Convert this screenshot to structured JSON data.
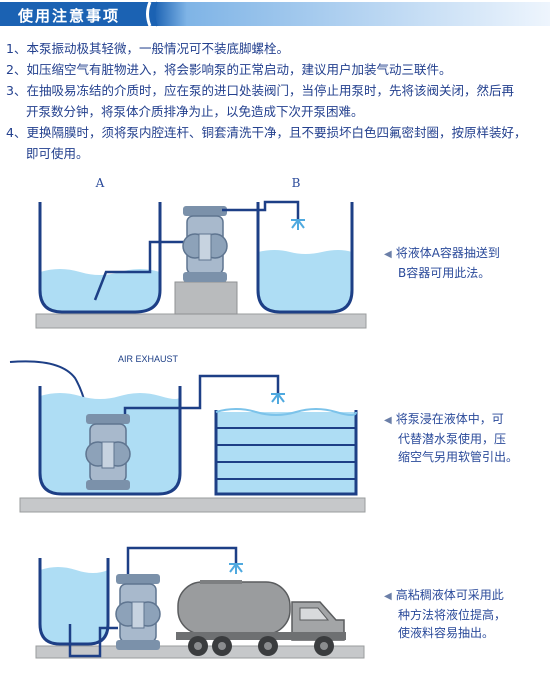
{
  "header": {
    "title": "使用注意事项"
  },
  "notes": [
    {
      "num": "1、",
      "lines": [
        "本泵振动极其轻微，一般情况可不装底脚螺栓。"
      ]
    },
    {
      "num": "2、",
      "lines": [
        "如压缩空气有脏物进入，将会影响泵的正常启动，建议用户加装气动三联件。"
      ]
    },
    {
      "num": "3、",
      "lines": [
        "在抽吸易冻结的介质时，应在泵的进口处装阀门，当停止用泵时，先将该阀关闭，然后再",
        "开泵数分钟，将泵体介质排净为止，以免造成下次开泵困难。"
      ]
    },
    {
      "num": "4、",
      "lines": [
        "更换隔膜时，须将泵内腔连杆、铜套清洗干净，且不要损坏白色四氟密封圈，按原样装好，",
        "即可使用。"
      ]
    }
  ],
  "diagrams": [
    {
      "labels": {
        "a": "A",
        "b": "B"
      },
      "caption": [
        "将液体A容器抽送到",
        "B容器可用此法。"
      ]
    },
    {
      "labels": {
        "exhaust": "AIR EXHAUST"
      },
      "caption": [
        "将泵浸在液体中，可",
        "代替潜水泵使用，压",
        "缩空气另用软管引出。"
      ]
    },
    {
      "caption": [
        "高粘稠液体可采用此",
        "种方法将液位提高，",
        "使液料容易抽出。"
      ]
    }
  ],
  "colors": {
    "header": "#1b62b3",
    "water": "#aeddf4",
    "tank": "#1d3f86",
    "pump": "#8da2b9",
    "platform": "#c6c8ca"
  }
}
